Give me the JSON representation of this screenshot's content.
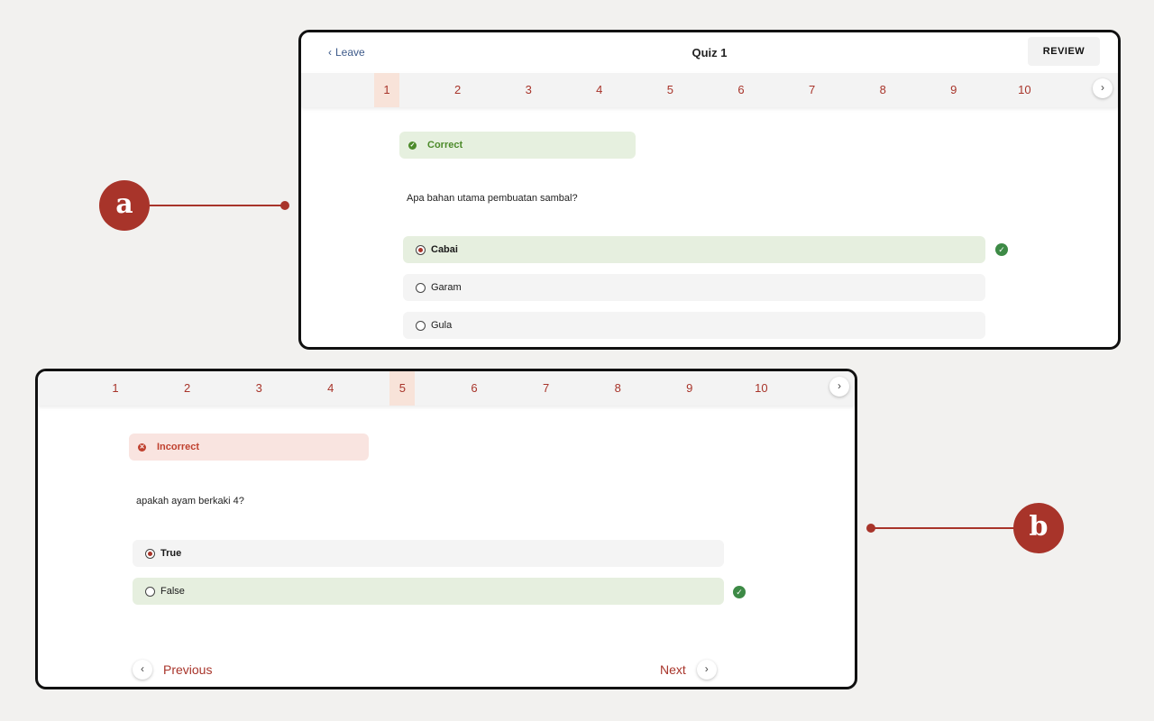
{
  "callouts": {
    "a": "a",
    "b": "b"
  },
  "screen_a": {
    "header": {
      "leave_label": "Leave",
      "title": "Quiz 1",
      "review_label": "REVIEW"
    },
    "numbers": [
      "1",
      "2",
      "3",
      "4",
      "5",
      "6",
      "7",
      "8",
      "9",
      "10"
    ],
    "active_number": "1",
    "status": "Correct",
    "question": "Apa bahan utama pembuatan sambal?",
    "options": [
      {
        "label": "Cabai",
        "selected": true,
        "correct": true
      },
      {
        "label": "Garam",
        "selected": false,
        "correct": false
      },
      {
        "label": "Gula",
        "selected": false,
        "correct": false
      }
    ]
  },
  "screen_b": {
    "numbers": [
      "1",
      "2",
      "3",
      "4",
      "5",
      "6",
      "7",
      "8",
      "9",
      "10"
    ],
    "active_number": "5",
    "status": "Incorrect",
    "question": "apakah ayam berkaki 4?",
    "options": [
      {
        "label": "True",
        "selected": true,
        "correct": false
      },
      {
        "label": "False",
        "selected": false,
        "correct": true
      }
    ],
    "previous_label": "Previous",
    "next_label": "Next"
  },
  "colors": {
    "accent": "#a8342a",
    "correct": "#4c8a2a",
    "incorrect": "#c0412f",
    "check": "#3d8a46"
  }
}
